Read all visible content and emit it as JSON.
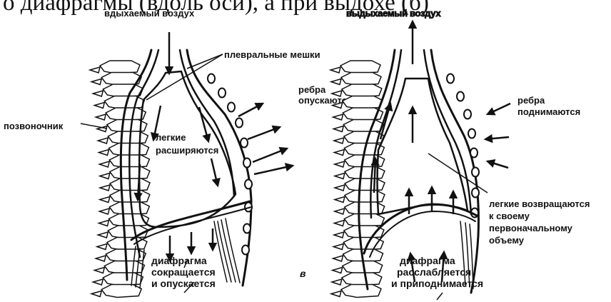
{
  "top_text": "о диафрагмы (вдоль оси), а при выдохе (б)",
  "left": {
    "inhaled_air": "вдыхаемый воздух",
    "pleural_sacs": "плевральные мешки",
    "ribs_lower": [
      "ребра",
      "опускаются"
    ],
    "spine": "позвоночник",
    "lungs_expand": [
      "легкие",
      "расширяются"
    ],
    "diaphragm": [
      "диафрагма",
      "сокращается",
      "и опускается"
    ]
  },
  "right": {
    "exhaled_air": "выдыхаемый воздух",
    "ribs_rise": [
      "ребра",
      "поднимаются"
    ],
    "lungs_return": [
      "легкие возвращаются",
      "к своему",
      "первоначальному",
      "объему"
    ],
    "diaphragm": [
      "диафрагма",
      "расслабляется",
      "и приподнимается"
    ]
  },
  "panel_letter": "в",
  "colors": {
    "ink": "#111111",
    "background": "#ffffff"
  }
}
